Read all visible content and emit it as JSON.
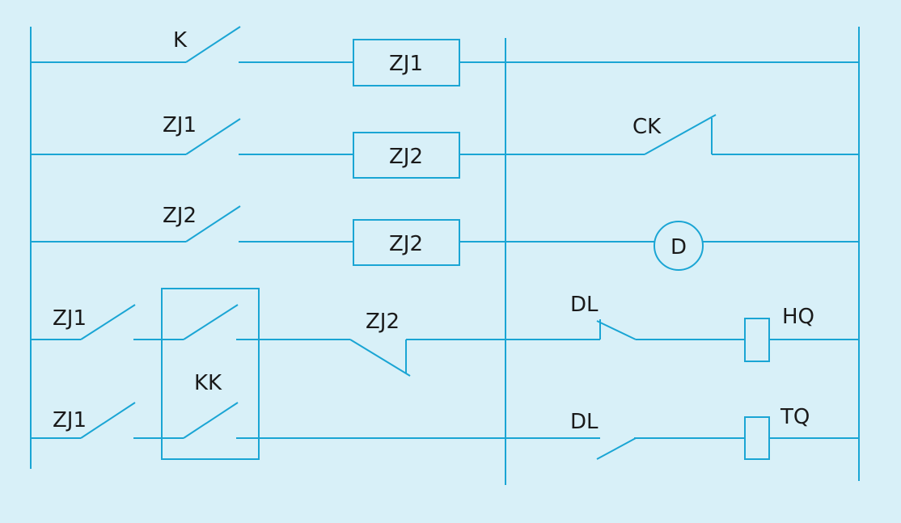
{
  "colors": {
    "background": "#d8f0f8",
    "line": "#1aa5d4",
    "text": "#1a1a1a"
  },
  "labels": {
    "k_contact": "K",
    "zj1_coil": "ZJ1",
    "zj1_contact_row2": "ZJ1",
    "zj2_coil_row2": "ZJ2",
    "ck_contact": "CK",
    "zj2_contact_row3": "ZJ2",
    "zj2_coil_row3": "ZJ2",
    "d_lamp": "D",
    "zj1_contact_row4": "ZJ1",
    "zj2_contact_row4": "ZJ2",
    "dl_contact_row4": "DL",
    "hq_coil": "HQ",
    "kk_switch": "KK",
    "zj1_contact_row5": "ZJ1",
    "dl_contact_row5": "DL",
    "tq_coil": "TQ"
  }
}
